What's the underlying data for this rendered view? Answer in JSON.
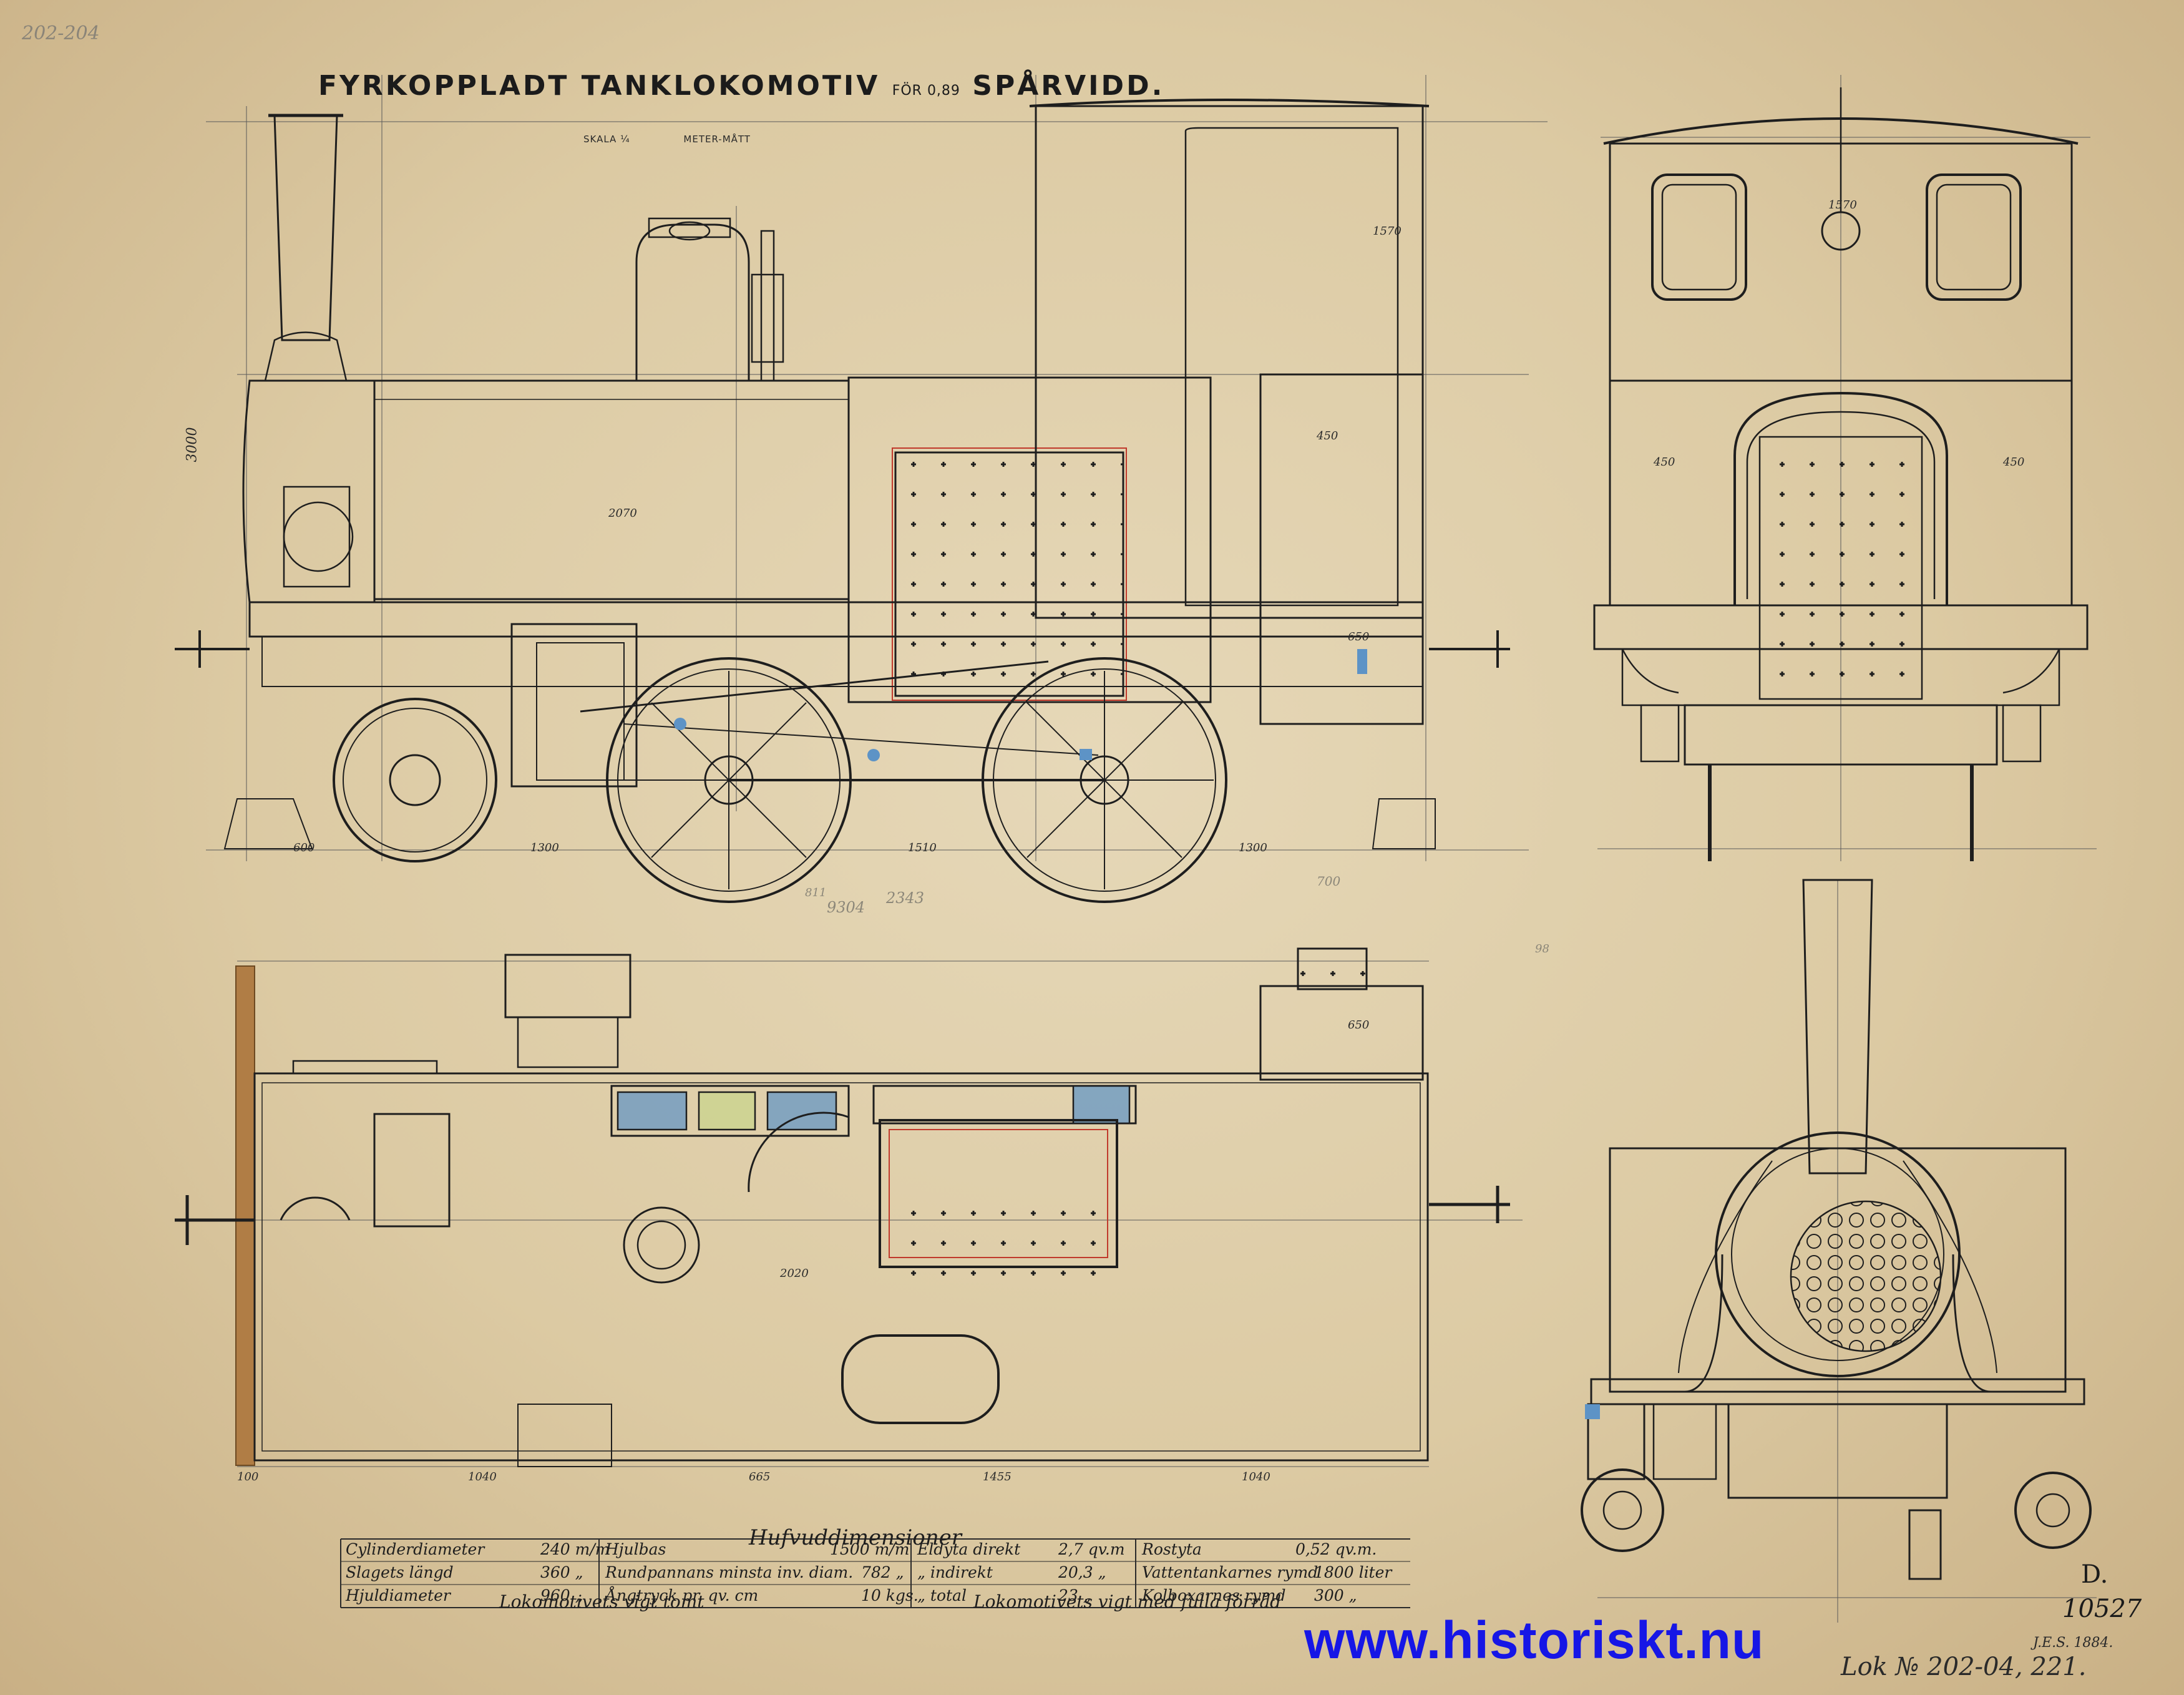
{
  "title": {
    "main_left": "FYRKOPPLADT TANKLOKOMOTIV",
    "small": "FÖR 0,89",
    "main_right": "SPÅRVIDD."
  },
  "scale_note": {
    "scale": "SKALA ¼",
    "units": "METER-MÅTT"
  },
  "archive_pencil": "202-204",
  "table": {
    "heading": "Hufvuddimensioner",
    "rows": [
      {
        "col1_label": "Cylinderdiameter",
        "col1_value": "240 m/m",
        "col2_label": "Hjulbas",
        "col2_value": "1500 m/m",
        "col3_label": "Eldyta direkt",
        "col3_value": "2,7 qv.m",
        "col4_label": "Rostyta",
        "col4_value": "0,52 qv.m."
      },
      {
        "col1_label": "Slagets längd",
        "col1_value": "360 „",
        "col2_label": "Rundpannans minsta inv. diam.",
        "col2_value": "782 „",
        "col3_label": "„ indirekt",
        "col3_value": "20,3 „",
        "col4_label": "Vattentankarnes rymd",
        "col4_value": "1800 liter"
      },
      {
        "col1_label": "Hjuldiameter",
        "col1_value": "960 „",
        "col2_label": "Ångtryck pr. qv. cm",
        "col2_value": "10 kgs.",
        "col3_label": "„ total",
        "col3_value": "23 „",
        "col4_label": "Kolboxarnes rymd",
        "col4_value": "300 „"
      }
    ],
    "weight_empty": "Lokomotivets vigt tomt",
    "weight_full": "Lokomotivets vigt med fulla förråd"
  },
  "drawing_number": {
    "letter": "D.",
    "number": "10527"
  },
  "signature": "J.E.S. 1884.",
  "lok_number": "Lok № 202-04, 221.",
  "watermark": "www.historiskt.nu",
  "dimension_labels": {
    "side_height": "3000",
    "side_bottom_1": "600",
    "side_bottom_2": "1300",
    "side_bottom_3": "1510",
    "side_bottom_4": "1300",
    "side_barrel": "2070",
    "side_tank": "1570",
    "side_450": "450",
    "side_650": "650",
    "front_width": "1570",
    "front_450_left": "450",
    "front_450_right": "450",
    "plan_650": "650",
    "plan_bottom_1": "1040",
    "plan_bottom_2": "665",
    "plan_bottom_3": "1455",
    "plan_bottom_4": "1040",
    "plan_2020": "2020",
    "plan_100": "100"
  },
  "pencil_notes": [
    "9304",
    "2343",
    "811",
    "700",
    "98"
  ],
  "colors": {
    "paper": "#d8c7a2",
    "ink": "#1e1e1e",
    "section_blue": "#5d93c6",
    "section_red": "#c0392b",
    "wood": "#b07d45",
    "watermark": "#1616e6"
  }
}
